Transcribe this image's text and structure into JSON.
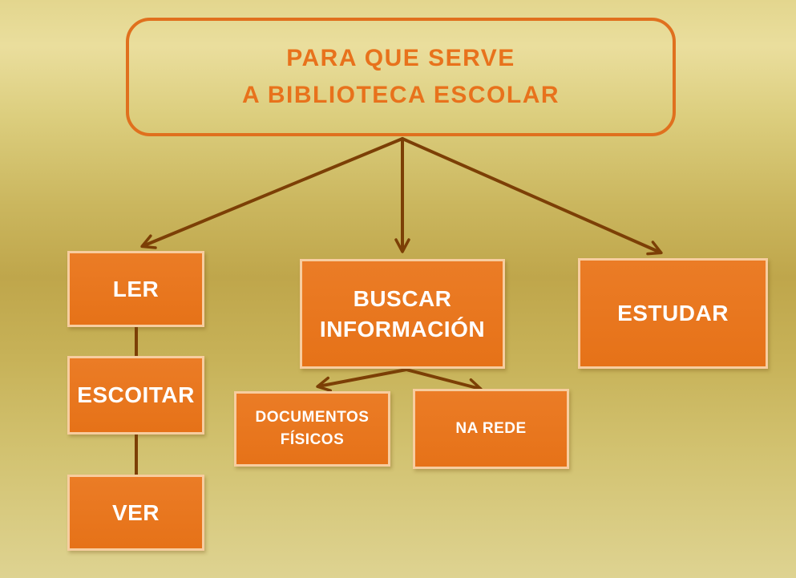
{
  "title": {
    "text": "PARA QUE SERVE\nA BIBLIOTECA ESCOLAR"
  },
  "nodes": {
    "ler": {
      "label": "LER"
    },
    "buscar_informacion": {
      "label": "BUSCAR\nINFORMACIÓN"
    },
    "estudar": {
      "label": "ESTUDAR"
    },
    "escoitar": {
      "label": "ESCOITAR"
    },
    "ver": {
      "label": "VER"
    },
    "documentos_fisicos": {
      "label": "DOCUMENTOS\nFÍSICOS"
    },
    "na_rede": {
      "label": "NA REDE"
    }
  },
  "edges": [
    {
      "from": "title",
      "to": "ler",
      "style": "arrow"
    },
    {
      "from": "title",
      "to": "buscar_informacion",
      "style": "arrow"
    },
    {
      "from": "title",
      "to": "estudar",
      "style": "arrow"
    },
    {
      "from": "ler",
      "to": "escoitar",
      "style": "line"
    },
    {
      "from": "escoitar",
      "to": "ver",
      "style": "line"
    },
    {
      "from": "buscar_informacion",
      "to": "documentos_fisicos",
      "style": "arrow"
    },
    {
      "from": "buscar_informacion",
      "to": "na_rede",
      "style": "arrow"
    }
  ],
  "colors": {
    "node_fill": "#E8761E",
    "node_border": "#F7CD9F",
    "node_text": "#FFFFFF",
    "title_text": "#E8721C",
    "title_border": "#E0701E",
    "connector": "#7C3F06",
    "background_light": "#EADE9D",
    "background_dark": "#BFA64B",
    "background_bottom": "#DED391"
  }
}
